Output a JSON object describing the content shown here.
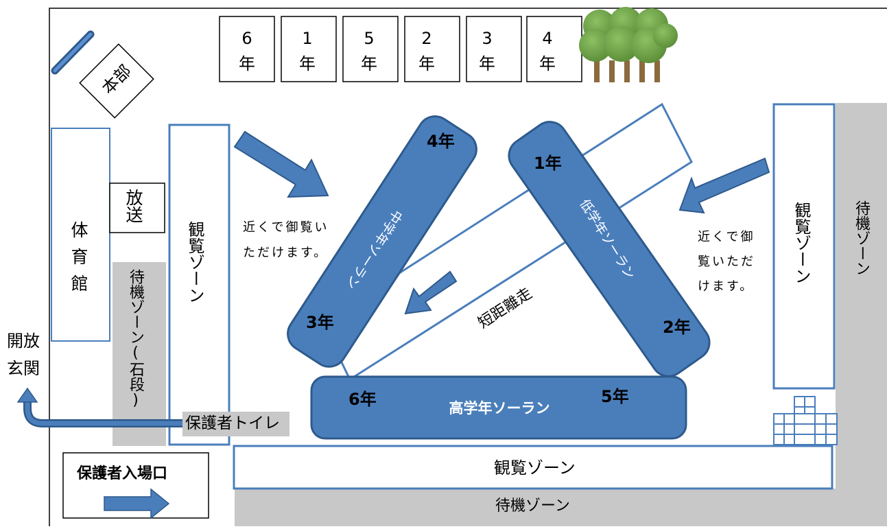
{
  "grades_top": [
    {
      "line1": "6",
      "line2": "年"
    },
    {
      "line1": "1",
      "line2": "年"
    },
    {
      "line1": "5",
      "line2": "年"
    },
    {
      "line1": "2",
      "line2": "年"
    },
    {
      "line1": "3",
      "line2": "年"
    },
    {
      "line1": "4",
      "line2": "年"
    }
  ],
  "hq": "本部",
  "broadcast": "放送",
  "gym": "体育館",
  "entrance": "開放玄関",
  "viewing_zone": "観覧ゾーン",
  "waiting_zone": "待機ゾーン",
  "waiting_zone_stairs": "待機ゾーン(石段)",
  "close_view_note": "近くで御覧いただけます。",
  "parent_toilet": "保護者トイレ",
  "parent_entrance": "保護者入場口",
  "short_distance": "短距離走",
  "zones": {
    "middle": "中学年ソーラン",
    "lower": "低学年ソーラン",
    "upper": "高学年ソーラン"
  },
  "badges": {
    "g1": "1年",
    "g2": "2年",
    "g3": "3年",
    "g4": "4年",
    "g5": "5年",
    "g6": "6年"
  },
  "colors": {
    "zone_fill": "#4a7ebb",
    "zone_stroke": "#2e5a8c",
    "outline_blue": "#4a7ebb",
    "waiting_gray": "#c8c8c8",
    "tree_green": "#6fa446"
  }
}
